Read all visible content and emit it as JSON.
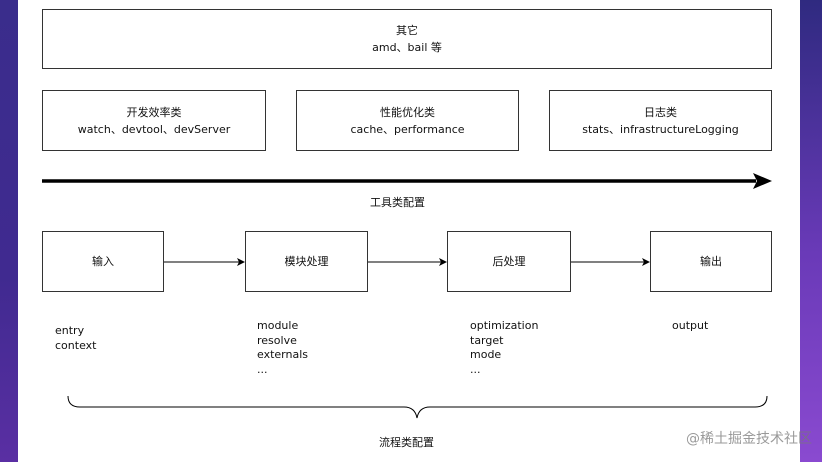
{
  "top_box": {
    "title": "其它",
    "items": "amd、bail 等"
  },
  "category_boxes": [
    {
      "title": "开发效率类",
      "items": "watch、devtool、devServer"
    },
    {
      "title": "性能优化类",
      "items": "cache、performance"
    },
    {
      "title": "日志类",
      "items": "stats、infrastructureLogging"
    }
  ],
  "tool_config_label": "工具类配置",
  "flow_steps": [
    {
      "label": "输入",
      "options": [
        "entry",
        "context"
      ]
    },
    {
      "label": "模块处理",
      "options": [
        "module",
        "resolve",
        "externals",
        "..."
      ]
    },
    {
      "label": "后处理",
      "options": [
        "optimization",
        "target",
        "mode",
        "..."
      ]
    },
    {
      "label": "输出",
      "options": [
        "output"
      ]
    }
  ],
  "flow_config_label": "流程类配置",
  "watermark": "@稀土掘金技术社区",
  "colors": {
    "stroke": "#333333",
    "background": "#ffffff",
    "frame": "#2a2a7a"
  }
}
